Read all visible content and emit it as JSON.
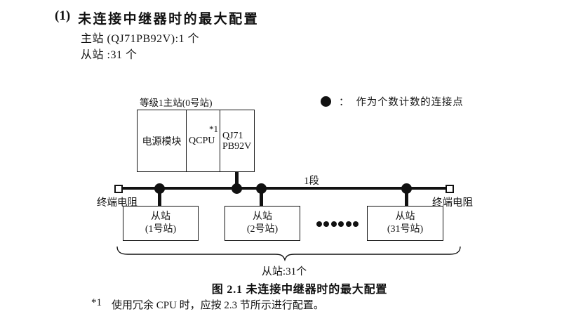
{
  "page": {
    "heading_prefix": "(1)",
    "heading_text": "未连接中继器时的最大配置",
    "master_count_line": "主站 (QJ71PB92V):1 个",
    "slave_count_line": "从站 :31 个"
  },
  "legend": {
    "separator": "：",
    "text": "作为个数计数的连接点"
  },
  "diagram": {
    "master_label": "等级1主站(0号站)",
    "master_modules": {
      "power": "电源模块",
      "cpu": "QCPU",
      "cpu_note_ref": "*1",
      "network_line1": "QJ71",
      "network_line2": "PB92V"
    },
    "segment_label": "1段",
    "terminator_left": "终端电阻",
    "terminator_right": "终端电阻",
    "slaves": [
      {
        "line1": "从站",
        "line2": "(1号站)"
      },
      {
        "line1": "从站",
        "line2": "(2号站)"
      },
      {
        "line1": "从站",
        "line2": "(31号站)"
      }
    ],
    "ellipsis_dot_count": 6,
    "brace_label": "从站:31个"
  },
  "caption": "图 2.1 未连接中继器时的最大配置",
  "footnote": {
    "ref": "*1",
    "text": "使用冗余 CPU 时，应按 2.3 节所示进行配置。"
  },
  "colors": {
    "ink": "#111111",
    "background": "#ffffff"
  }
}
